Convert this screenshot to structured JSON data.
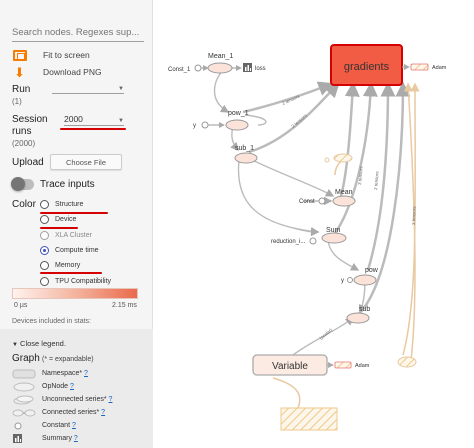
{
  "search": {
    "placeholder": "Search nodes. Regexes sup..."
  },
  "actions": {
    "fit": "Fit to screen",
    "download": "Download PNG"
  },
  "run": {
    "label": "Run",
    "count": "(1)",
    "value": ""
  },
  "session": {
    "label1": "Session",
    "label2": "runs",
    "count": "(2000)",
    "value": "2000"
  },
  "upload": {
    "label": "Upload",
    "button": "Choose File"
  },
  "trace": {
    "label": "Trace inputs"
  },
  "color": {
    "label": "Color",
    "options": [
      {
        "label": "Structure",
        "selected": false
      },
      {
        "label": "Device",
        "selected": false
      },
      {
        "label": "XLA Cluster",
        "selected": false
      },
      {
        "label": "Compute time",
        "selected": true
      },
      {
        "label": "Memory",
        "selected": false
      },
      {
        "label": "TPU Compatibility",
        "selected": false
      }
    ],
    "scale_min": "0 µs",
    "scale_max": "2.15 ms",
    "devices_note": "Devices included in stats:"
  },
  "legend": {
    "close": "Close legend.",
    "title": "Graph",
    "note": "(* = expandable)",
    "items": [
      {
        "label": "Namespace*",
        "q": "?"
      },
      {
        "label": "OpNode",
        "q": "?"
      },
      {
        "label": "Unconnected series*",
        "q": "?"
      },
      {
        "label": "Connected series*",
        "q": "?"
      },
      {
        "label": "Constant",
        "q": "?"
      },
      {
        "label": "Summary",
        "q": "?"
      }
    ]
  },
  "graph": {
    "nodes": {
      "mean1": "Mean_1",
      "const1": "Const_1",
      "loss": "loss",
      "gradients": "gradients",
      "adam": "Adam",
      "pow1": "pow_1",
      "y": "y",
      "sub1": "sub_1",
      "mean": "Mean",
      "const": "Const",
      "sum": "Sum",
      "reduction": "reduction_i...",
      "pow": "pow",
      "sub": "sub",
      "variable": "Variable"
    },
    "edges": {
      "e1": "2 tensors",
      "e2": "2 tensors",
      "e3": "3 tensors",
      "e4": "2 tensors",
      "e5": "3 tensors",
      "e6": "(scalar)"
    },
    "colors": {
      "gradients_fill": "#f25c45",
      "gradients_border": "#d50000",
      "node_fill": "#fbe3da",
      "hatch": "#f0c98a"
    }
  }
}
